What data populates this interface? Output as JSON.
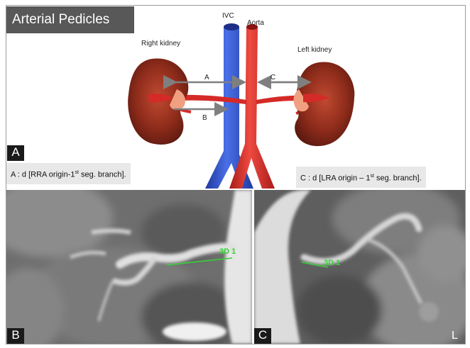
{
  "panel_a": {
    "title": "Arterial Pedicles",
    "labels": {
      "ivc": "IVC",
      "aorta": "Aorta",
      "right_kidney": "Right kidney",
      "left_kidney": "Left kidney",
      "a": "A",
      "b": "B",
      "c": "C"
    },
    "letter": "A"
  },
  "captions": {
    "left_prefix": "A : d [RRA origin-1",
    "left_sup": "st",
    "left_suffix": " seg. branch].",
    "right_prefix": "C : d [LRA origin – 1",
    "right_sup": "st",
    "right_suffix": " seg. branch]."
  },
  "panel_b": {
    "letter": "B",
    "measure": "3D 1"
  },
  "panel_c": {
    "letter": "C",
    "measure": "3D 1",
    "orientation": "L"
  },
  "colors": {
    "ivc": "#2d4fc4",
    "aorta": "#d42a28",
    "kidney": "#8b2a1a",
    "measure": "#35d335",
    "arrow": "#7f7f7f"
  }
}
